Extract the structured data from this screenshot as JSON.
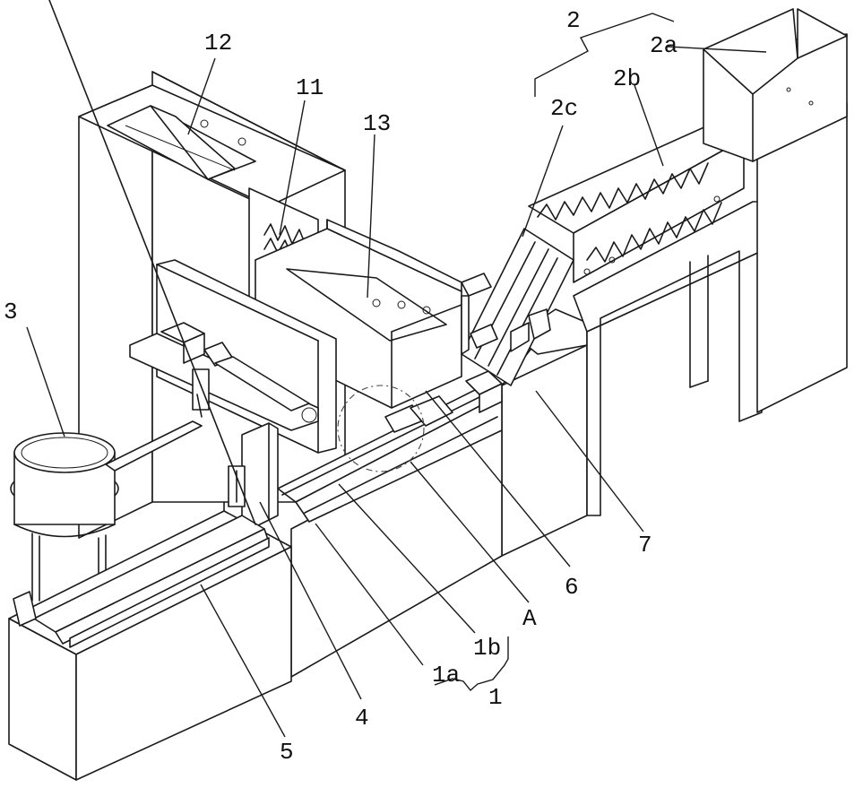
{
  "labels": {
    "l1": "1",
    "l1a": "1a",
    "l1b": "1b",
    "l2": "2",
    "l2a": "2a",
    "l2b": "2b",
    "l2c": "2c",
    "l3": "3",
    "l4": "4",
    "l5": "5",
    "l6": "6",
    "l7": "7",
    "l11": "11",
    "l12": "12",
    "l13": "13",
    "lA": "A"
  }
}
